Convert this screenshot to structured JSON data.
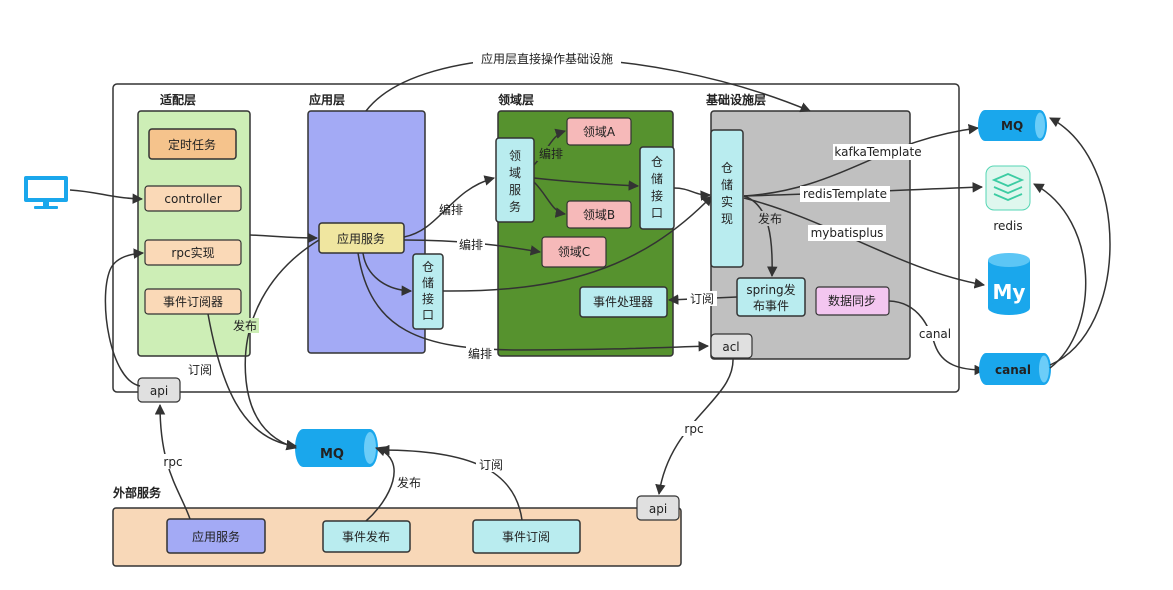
{
  "colors": {
    "adapter_bg": "#cdeeb6",
    "app_bg": "#a3aaf5",
    "domain_bg": "#56922e",
    "infra_bg": "#c0c0c0",
    "external_bg": "#f8d8b8",
    "orange_box": "#f5c38c",
    "peach_box": "#fad9b7",
    "yellow_box": "#f0e6a0",
    "teal_box": "#b9ecef",
    "pink_box": "#f6b9b9",
    "mq_blue": "#1aa7ec"
  },
  "diagram": {
    "top_arrow_label": "应用层直接操作基础设施",
    "layers": {
      "adapter": "适配层",
      "application": "应用层",
      "domain": "领域层",
      "infrastructure": "基础设施层",
      "external": "外部服务"
    },
    "adapter_items": [
      "定时任务",
      "controller",
      "rpc实现",
      "事件订阅器"
    ],
    "app_service": "应用服务",
    "app_repo_interface": "仓储接口",
    "domain_service": "领域服务",
    "domain_a": "领域A",
    "domain_b": "领域B",
    "domain_c": "领域C",
    "domain_repo_interface": "仓储接口",
    "event_handler": "事件处理器",
    "repo_impl": "仓储实现",
    "spring_event": "spring发布事件",
    "data_sync": "数据同步",
    "acl": "acl",
    "api_adapter": "api",
    "api_external": "api",
    "mq_right": "MQ",
    "mq_center": "MQ",
    "redis": "redis",
    "canal": "canal",
    "ext_app_service": "应用服务",
    "ext_event_publish": "事件发布",
    "ext_event_subscribe": "事件订阅",
    "edge_labels": {
      "orchestrate1": "编排",
      "orchestrate2": "编排",
      "orchestrate3": "编排",
      "orchestrate4": "编排",
      "publish1": "发布",
      "publish2": "发布",
      "publish3": "发布",
      "subscribe1": "订阅",
      "subscribe2": "订阅",
      "subscribe3": "订阅",
      "kafka": "kafkaTemplate",
      "redis_tpl": "redisTemplate",
      "mybatis": "mybatisplus",
      "canal_edge": "canal",
      "rpc1": "rpc",
      "rpc2": "rpc"
    }
  }
}
